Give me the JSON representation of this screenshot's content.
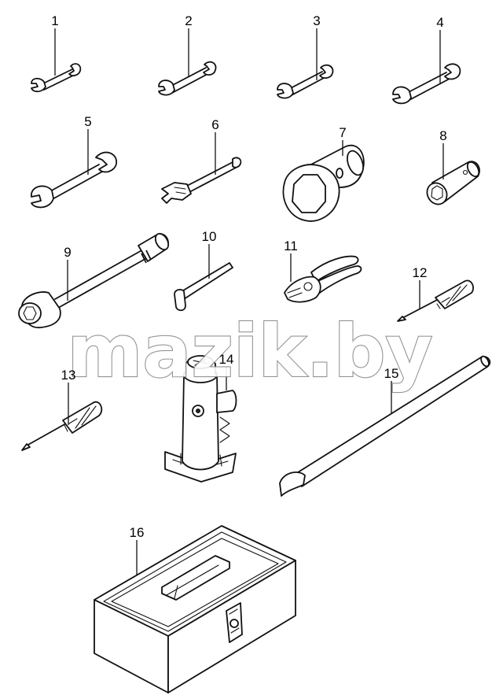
{
  "watermark": "mazik.by",
  "parts": [
    {
      "id": "part-1",
      "label": "1"
    },
    {
      "id": "part-2",
      "label": "2"
    },
    {
      "id": "part-3",
      "label": "3"
    },
    {
      "id": "part-4",
      "label": "4"
    },
    {
      "id": "part-5",
      "label": "5"
    },
    {
      "id": "part-6",
      "label": "6"
    },
    {
      "id": "part-7",
      "label": "7"
    },
    {
      "id": "part-8",
      "label": "8"
    },
    {
      "id": "part-9",
      "label": "9"
    },
    {
      "id": "part-10",
      "label": "10"
    },
    {
      "id": "part-11",
      "label": "11"
    },
    {
      "id": "part-12",
      "label": "12"
    },
    {
      "id": "part-13",
      "label": "13"
    },
    {
      "id": "part-14",
      "label": "14"
    },
    {
      "id": "part-15",
      "label": "15"
    },
    {
      "id": "part-16",
      "label": "16"
    }
  ]
}
